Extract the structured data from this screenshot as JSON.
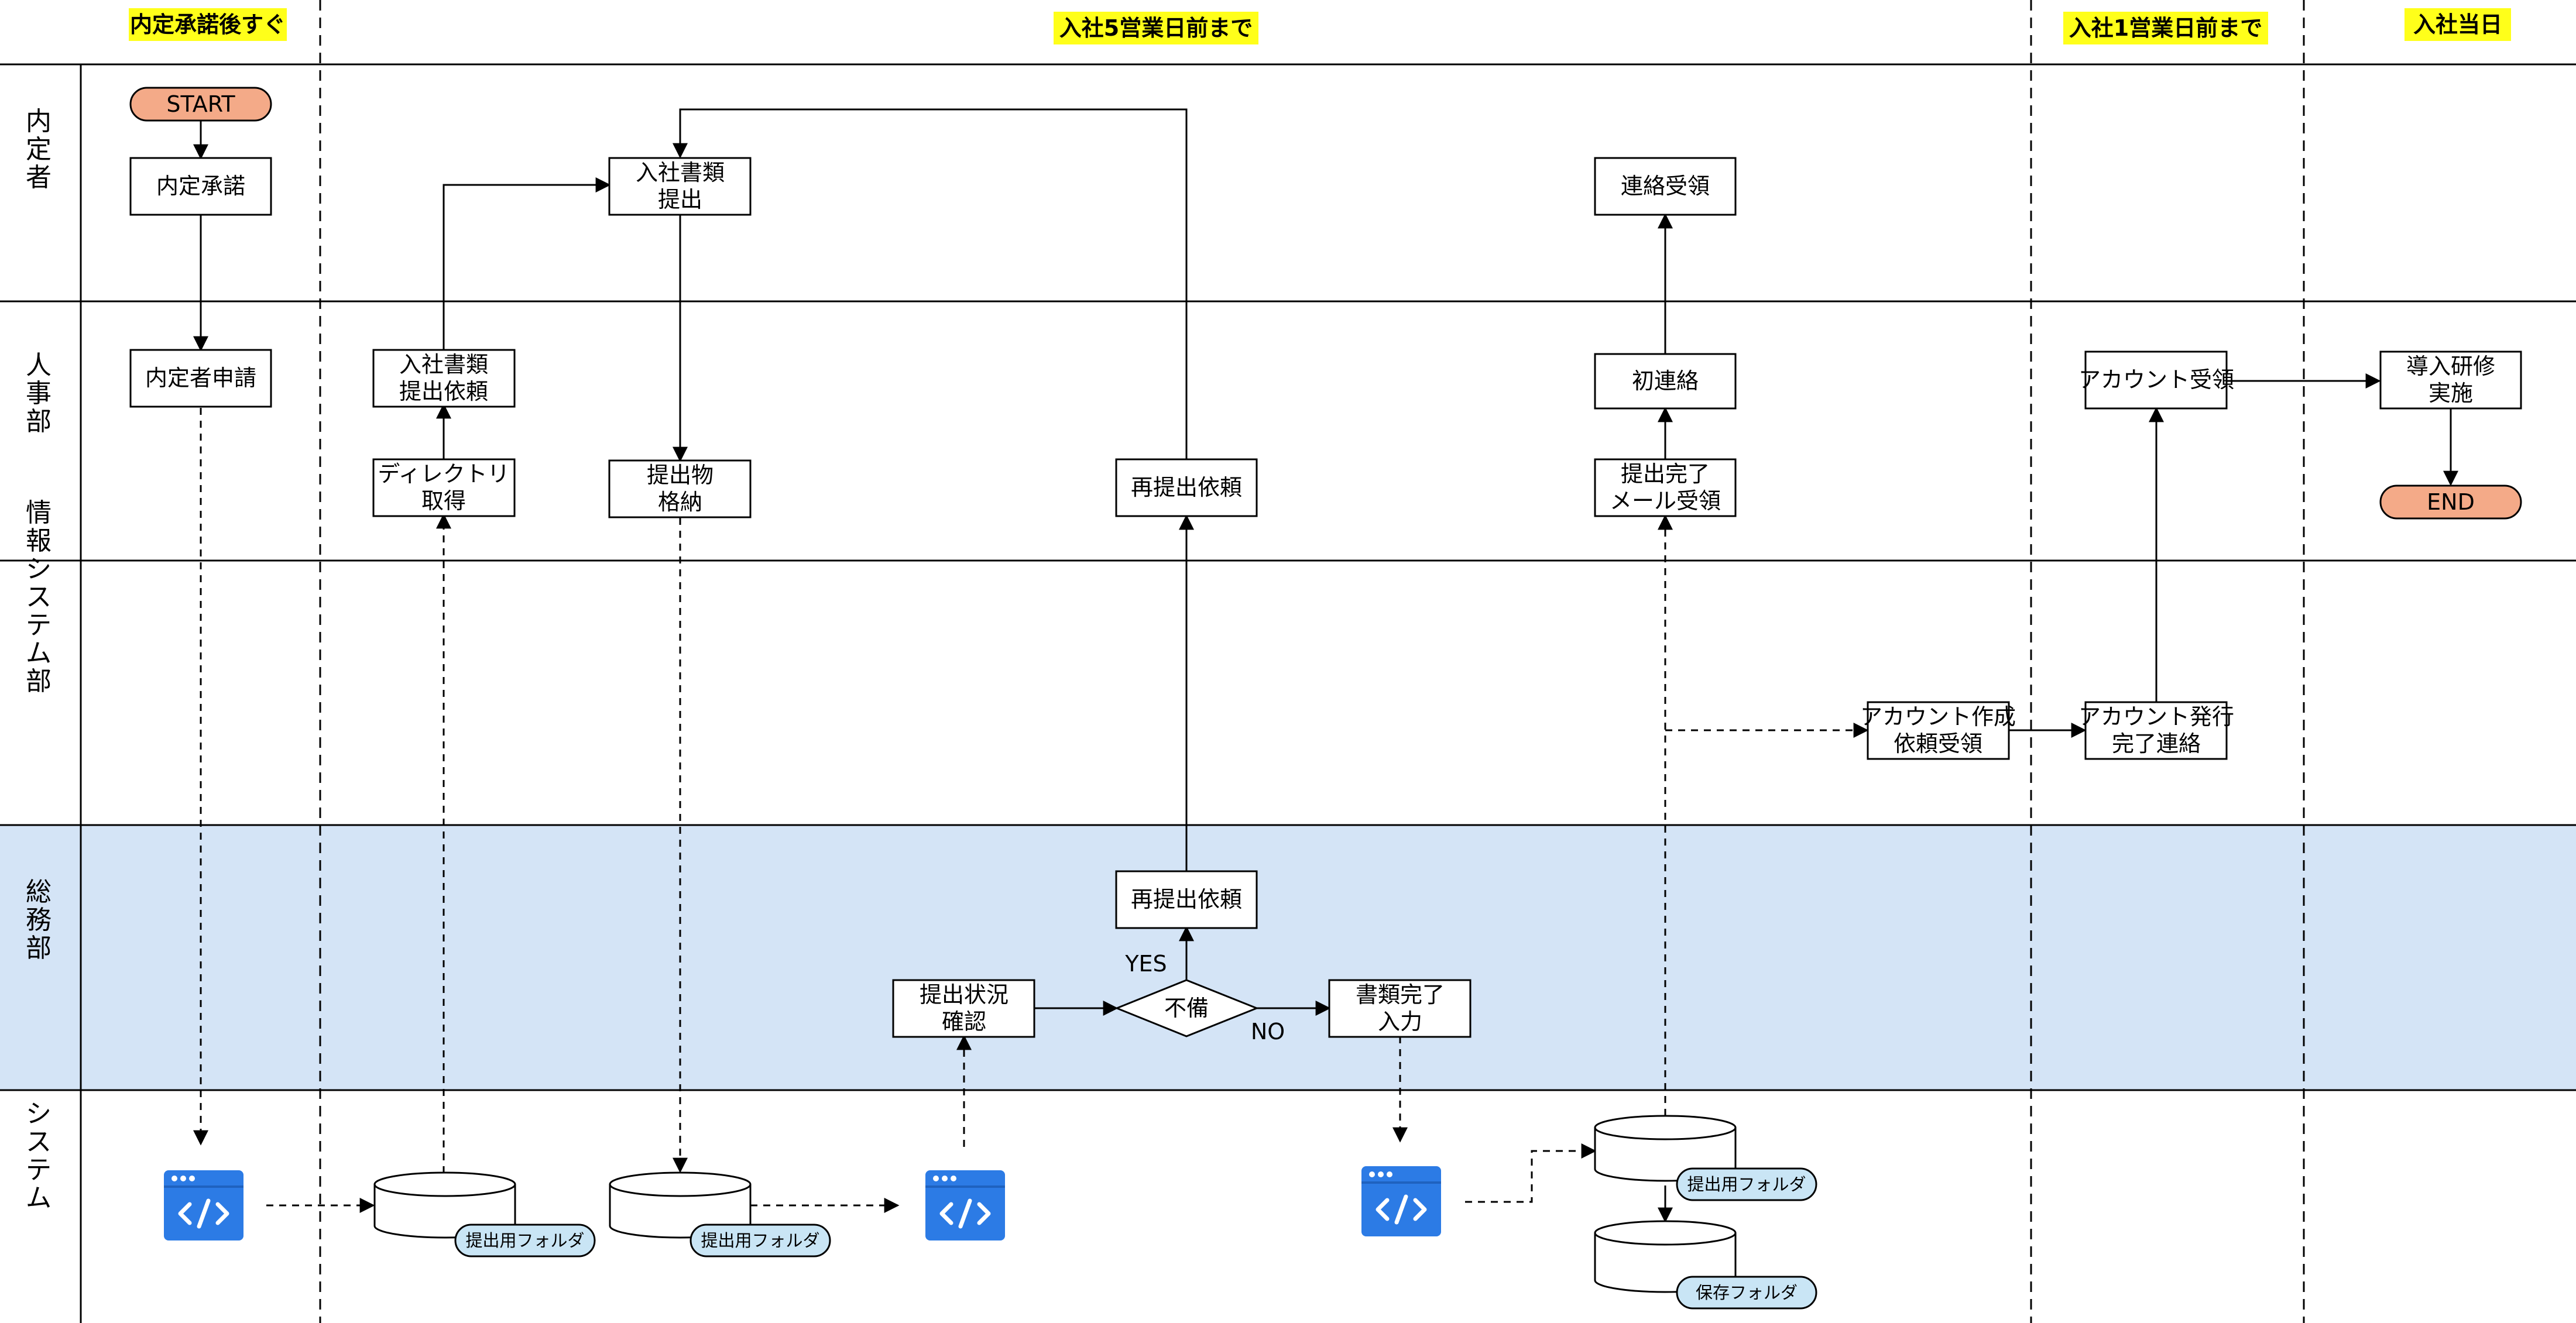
{
  "colors": {
    "highlight": "#ffff1a",
    "lane_shade": "#d4e4f6",
    "terminal_fill": "#f4aa88",
    "folder_label_fill": "#c9e5f5",
    "app_icon": "#2c7be5"
  },
  "phases": [
    "内定承諾後すぐ",
    "入社5営業日前まで",
    "入社1営業日前まで",
    "入社当日"
  ],
  "lanes": [
    "内定者",
    "人事部",
    "情報システム部",
    "総務部",
    "システム"
  ],
  "nodes": {
    "start": "START",
    "end": "END",
    "naitei_shodaku": "内定承諾",
    "naiteisha_shinsei": "内定者申請",
    "nyusha_shorui_teishutsu": "入社書類\n提出",
    "nyusha_shorui_irai": "入社書類\n提出依頼",
    "directory_shutoku": "ディレクトリ\n取得",
    "teishutsubutsu_kakuno": "提出物\n格納",
    "saiteishutsu_irai_hr": "再提出依頼",
    "saiteishutsu_irai_ga": "再提出依頼",
    "teishutsu_jokyo": "提出状況\n確認",
    "fubi": "不備",
    "shorui_kanryo": "書類完了\n入力",
    "renraku_juryo": "連絡受領",
    "hatsu_renraku": "初連絡",
    "mail_juryo": "提出完了\nメール受領",
    "account_sakusei": "アカウント作成\n依頼受領",
    "account_hakko": "アカウント発行\n完了連絡",
    "account_juryo": "アカウント受領",
    "dounyu_kenshu": "導入研修\n実施"
  },
  "branch_labels": {
    "yes": "YES",
    "no": "NO"
  },
  "folders": {
    "f1": "提出用フォルダ",
    "f2": "提出用フォルダ",
    "f3": "提出用フォルダ",
    "f4": "保存フォルダ"
  },
  "icons": {
    "app": "web-app-code-icon",
    "storage": "database-cylinder-icon"
  }
}
